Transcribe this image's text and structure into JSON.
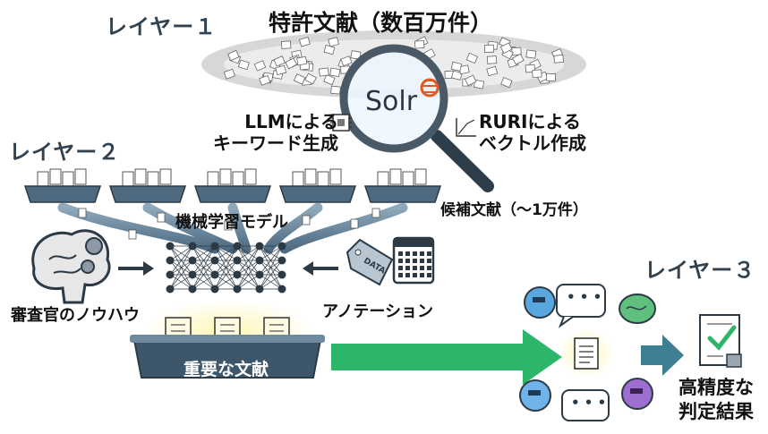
{
  "layers": {
    "layer1": "レイヤー１",
    "layer2": "レイヤー２",
    "layer3": "レイヤー３"
  },
  "layer1": {
    "title": "特許文献（数百万件）",
    "search_engine": "Solr",
    "llm_line1": "LLMによる",
    "llm_line2": "キーワード生成",
    "ruri_line1": "RURIによる",
    "ruri_line2": "ベクトル作成",
    "candidates": "候補文献（〜1万件）"
  },
  "layer2": {
    "ml_model": "機械学習モデル",
    "examiner": "審査官のノウハウ",
    "annotation": "アノテーション",
    "data_tag": "DATA",
    "important": "重要な文献"
  },
  "layer3": {
    "result_line1": "高精度な",
    "result_line2": "判定結果",
    "speech_dots": "• • •"
  },
  "colors": {
    "arrow_green": "#2db56a",
    "tray_blue": "#3d5669",
    "pipe_blue": "#5c7b93",
    "result_arrow": "#3f7e93",
    "highlight": "#f6d54a"
  }
}
